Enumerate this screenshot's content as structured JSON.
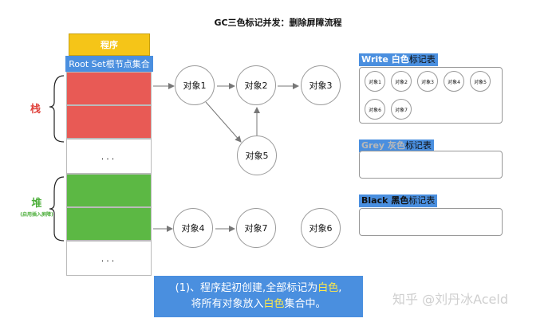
{
  "title": "GC三色标记并发：删除屏障流程",
  "program_label": "程序",
  "root_set_label": "Root Set根节点集合",
  "stack_label": "栈",
  "heap_label": "堆",
  "heap_sublabel": "(启用插入屏障)",
  "ellipsis": "...",
  "nodes": {
    "obj1": "对象1",
    "obj2": "对象2",
    "obj3": "对象3",
    "obj4": "对象4",
    "obj5": "对象5",
    "obj6": "对象6",
    "obj7": "对象7"
  },
  "white_table": {
    "title_prefix": "Write",
    "title_color": "白色",
    "title_suffix": "标记表",
    "items": [
      "对象1",
      "对象2",
      "对象3",
      "对象4",
      "对象5",
      "对象6",
      "对象7"
    ]
  },
  "grey_table": {
    "title_prefix": "Grey",
    "title_color": "灰色",
    "title_suffix": "标记表"
  },
  "black_table": {
    "title_prefix": "Black",
    "title_color": "黑色",
    "title_suffix": "标记表"
  },
  "caption": {
    "line1_a": "(1)、程序起初创建,全部标记为",
    "line1_hl": "白色",
    "line1_b": ",",
    "line2_a": "将所有对象放入",
    "line2_hl": "白色",
    "line2_b": "集合中。"
  },
  "watermark": "知乎 @刘丹冰Aceld",
  "colors": {
    "program": "#f5c518",
    "accent": "#4a8fdf",
    "stack": "#e85a55",
    "heap": "#5cb844",
    "highlight": "#ffe94a"
  }
}
